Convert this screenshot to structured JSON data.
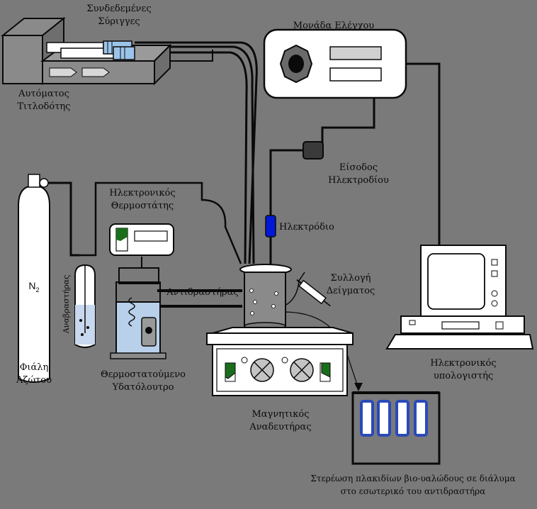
{
  "labels": {
    "syringes": [
      "Συνδεδεμένες",
      "Σύριγγες"
    ],
    "control_unit": "Μονάδα Ελέγχου",
    "auto_feeder": [
      "Αυτόματος",
      "Τιτλοδότης"
    ],
    "electrode_input": [
      "Είσοδος",
      "Ηλεκτροδίου"
    ],
    "thermostat": [
      "Ηλεκτρονικός",
      "Θερμοστάτης"
    ],
    "electrode": "Ηλεκτρόδιο",
    "n2": "N",
    "n2_sub": "2",
    "gas_cylinder": [
      "Φιάλη",
      "Αζώτου"
    ],
    "humidifier": "Αναβραστήρας",
    "reactor": "Αντιδραστήρας",
    "sampling": [
      "Συλλογή",
      "Δείγματος"
    ],
    "water_bath": [
      "Θερμοστατούμενο",
      "Υδατόλουτρο"
    ],
    "magnetic_stirrer": [
      "Μαγνητικός",
      "Αναδευτήρας"
    ],
    "computer": [
      "Ηλεκτρονικός",
      "υπολογιστής"
    ],
    "storage": [
      "Στερέωση πλακιδίων βιο-υαλώδους σε διάλυμα",
      "στο εσωτερικό του αντιδραστήρα"
    ]
  },
  "colors": {
    "background": "#7a7a7a",
    "line": "#0a0a0a",
    "box": "#ffffff",
    "electrode": "#0018d8",
    "accent": "#1b6e1b",
    "water": "#b9d0ea",
    "vial": "#2a4ab8"
  }
}
